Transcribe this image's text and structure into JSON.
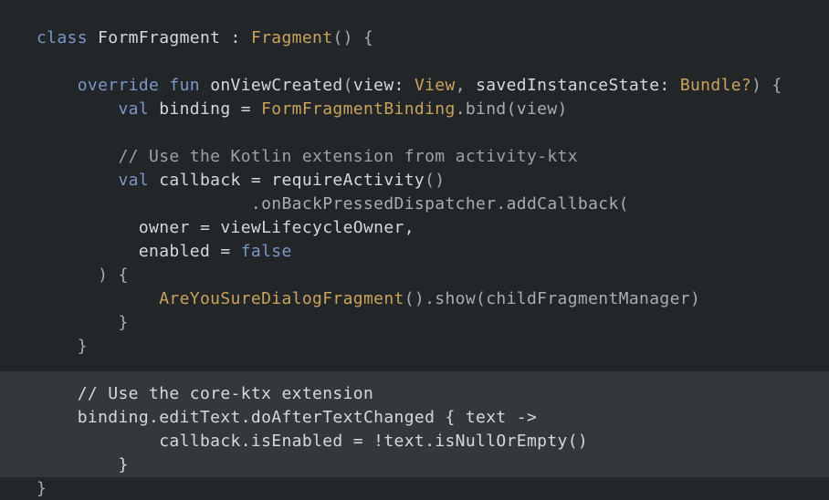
{
  "code": {
    "lines": [
      {
        "segments": [
          {
            "t": "class ",
            "c": "kw"
          },
          {
            "t": "FormFragment : ",
            "c": "plain"
          },
          {
            "t": "Fragment",
            "c": "typ"
          },
          {
            "t": "() {",
            "c": "punc"
          }
        ]
      },
      {
        "segments": []
      },
      {
        "segments": [
          {
            "t": "    override fun ",
            "c": "kw"
          },
          {
            "t": "onViewCreated",
            "c": "plain"
          },
          {
            "t": "(",
            "c": "punc"
          },
          {
            "t": "view: ",
            "c": "plain"
          },
          {
            "t": "View",
            "c": "typ"
          },
          {
            "t": ", ",
            "c": "punc"
          },
          {
            "t": "savedInstanceState: ",
            "c": "plain"
          },
          {
            "t": "Bundle?",
            "c": "typ"
          },
          {
            "t": ") {",
            "c": "punc"
          }
        ]
      },
      {
        "segments": [
          {
            "t": "        val ",
            "c": "kw"
          },
          {
            "t": "binding = ",
            "c": "plain"
          },
          {
            "t": "FormFragmentBinding",
            "c": "typ"
          },
          {
            "t": ".bind(view)",
            "c": "punc"
          }
        ]
      },
      {
        "segments": []
      },
      {
        "segments": [
          {
            "t": "        // Use the Kotlin extension from activity-ktx",
            "c": "cmt"
          }
        ]
      },
      {
        "segments": [
          {
            "t": "        val ",
            "c": "kw"
          },
          {
            "t": "callback = requireActivity",
            "c": "plain"
          },
          {
            "t": "()",
            "c": "punc"
          }
        ]
      },
      {
        "segments": [
          {
            "t": "                     .onBackPressedDispatcher.addCallback(",
            "c": "punc"
          }
        ]
      },
      {
        "segments": [
          {
            "t": "          owner = viewLifecycleOwner,",
            "c": "plain"
          }
        ]
      },
      {
        "segments": [
          {
            "t": "          enabled = ",
            "c": "plain"
          },
          {
            "t": "false",
            "c": "bool"
          }
        ]
      },
      {
        "segments": [
          {
            "t": "      ) {",
            "c": "punc"
          }
        ]
      },
      {
        "segments": [
          {
            "t": "            ",
            "c": "plain"
          },
          {
            "t": "AreYouSureDialogFragment",
            "c": "typ"
          },
          {
            "t": "().show(childFragmentManager)",
            "c": "punc"
          }
        ]
      },
      {
        "segments": [
          {
            "t": "        }",
            "c": "punc"
          }
        ]
      },
      {
        "segments": [
          {
            "t": "    }",
            "c": "punc"
          }
        ]
      },
      {
        "segments": []
      },
      {
        "segments": [
          {
            "t": "    // Use the core-ktx extension",
            "c": "plain"
          }
        ]
      },
      {
        "segments": [
          {
            "t": "    binding.editText.doAfterTextChanged { text ->",
            "c": "plain"
          }
        ]
      },
      {
        "segments": [
          {
            "t": "            callback.isEnabled = !text.isNullOrEmpty()",
            "c": "plain"
          }
        ]
      },
      {
        "segments": [
          {
            "t": "        }",
            "c": "plain"
          }
        ]
      },
      {
        "segments": [
          {
            "t": "}",
            "c": "punc"
          }
        ]
      }
    ],
    "line_tops": [
      29,
      55,
      81,
      107,
      133,
      159,
      185,
      211,
      237,
      263,
      289,
      315,
      341,
      367,
      393,
      419,
      445,
      471,
      497,
      523
    ]
  },
  "colors": {
    "background": "#232629",
    "highlight": "#35383b",
    "keyword": "#7b96c8",
    "type": "#c9a35b",
    "text": "#d6d8db"
  }
}
